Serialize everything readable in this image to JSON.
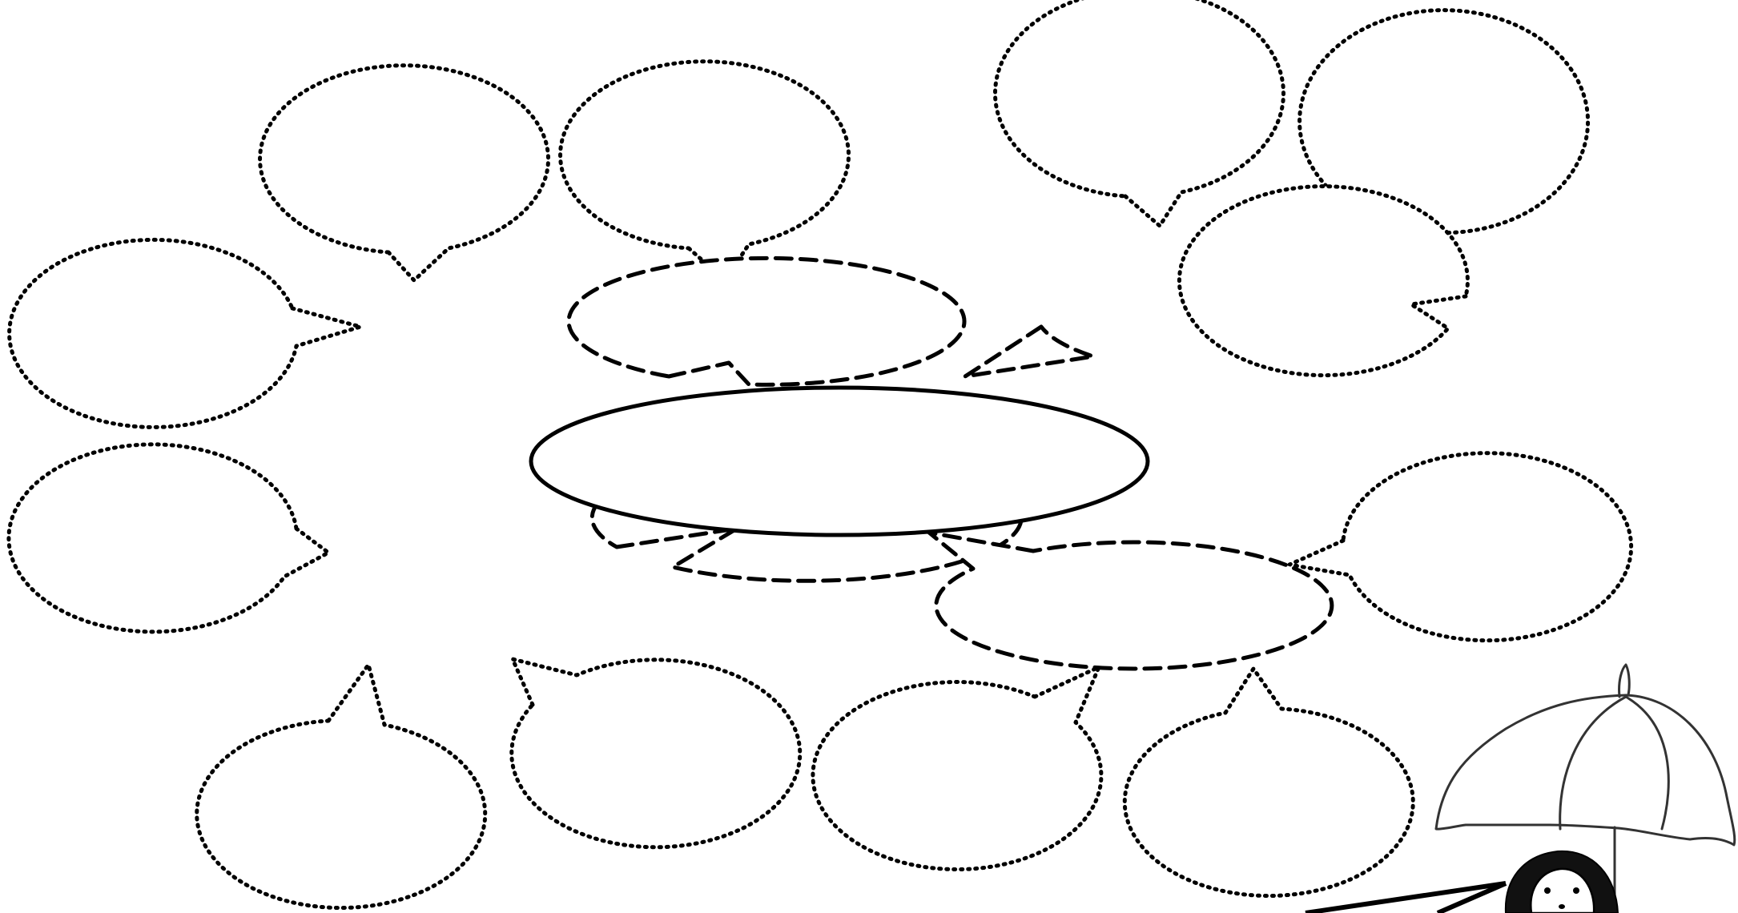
{
  "worksheet": {
    "type": "bubble map",
    "central_bubble": {
      "style": "solid",
      "text": ""
    },
    "main_bubbles": [
      {
        "id": "top-left",
        "style": "dashed",
        "text": ""
      },
      {
        "id": "top-right",
        "style": "dashed",
        "text": ""
      },
      {
        "id": "bottom-left",
        "style": "dashed",
        "text": ""
      },
      {
        "id": "bottom-right",
        "style": "dashed",
        "text": ""
      }
    ],
    "detail_bubbles": [
      {
        "group": "top-left",
        "style": "dotted",
        "text": ""
      },
      {
        "group": "top-left",
        "style": "dotted",
        "text": ""
      },
      {
        "group": "top-left",
        "style": "dotted",
        "text": ""
      },
      {
        "group": "top-right",
        "style": "dotted",
        "text": ""
      },
      {
        "group": "top-right",
        "style": "dotted",
        "text": ""
      },
      {
        "group": "top-right",
        "style": "dotted",
        "text": ""
      },
      {
        "group": "bottom-left",
        "style": "dotted",
        "text": ""
      },
      {
        "group": "bottom-left",
        "style": "dotted",
        "text": ""
      },
      {
        "group": "bottom-left",
        "style": "dotted",
        "text": ""
      },
      {
        "group": "bottom-right",
        "style": "dotted",
        "text": ""
      },
      {
        "group": "bottom-right",
        "style": "dotted",
        "text": ""
      },
      {
        "group": "bottom-right",
        "style": "dotted",
        "text": ""
      }
    ],
    "illustration": {
      "subject": "girl-with-umbrella",
      "style": "line drawing"
    }
  }
}
